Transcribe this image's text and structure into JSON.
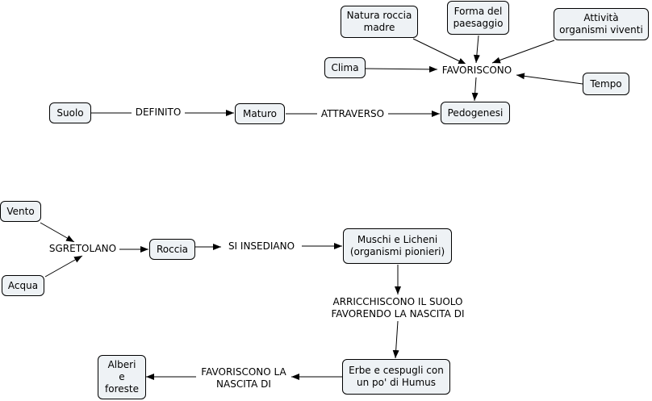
{
  "concepts": {
    "suolo": "Suolo",
    "maturo": "Maturo",
    "pedogenesi": "Pedogenesi",
    "natura_roccia": "Natura roccia\nmadre",
    "forma_paesaggio": "Forma del\npaesaggio",
    "attivita_organismi": "Attività\norganismi viventi",
    "clima": "Clima",
    "tempo": "Tempo",
    "vento": "Vento",
    "acqua": "Acqua",
    "roccia": "Roccia",
    "muschi_licheni": "Muschi e Licheni\n(organismi pionieri)",
    "erbe_cespugli": "Erbe e cespugli con\nun po' di Humus",
    "alberi_foreste": "Alberi\ne\nforeste"
  },
  "links": {
    "definito": "DEFINITO",
    "attraverso": "ATTRAVERSO",
    "favoriscono": "FAVORISCONO",
    "sgretolano": "SGRETOLANO",
    "si_insediano": "SI INSEDIANO",
    "arricchiscono": "ARRICCHISCONO IL SUOLO\nFAVORENDO LA NASCITA DI",
    "favoriscono_nascita": "FAVORISCONO LA\nNASCITA DI"
  },
  "colors": {
    "node_fill": "#eef2f5",
    "line": "#000000"
  }
}
